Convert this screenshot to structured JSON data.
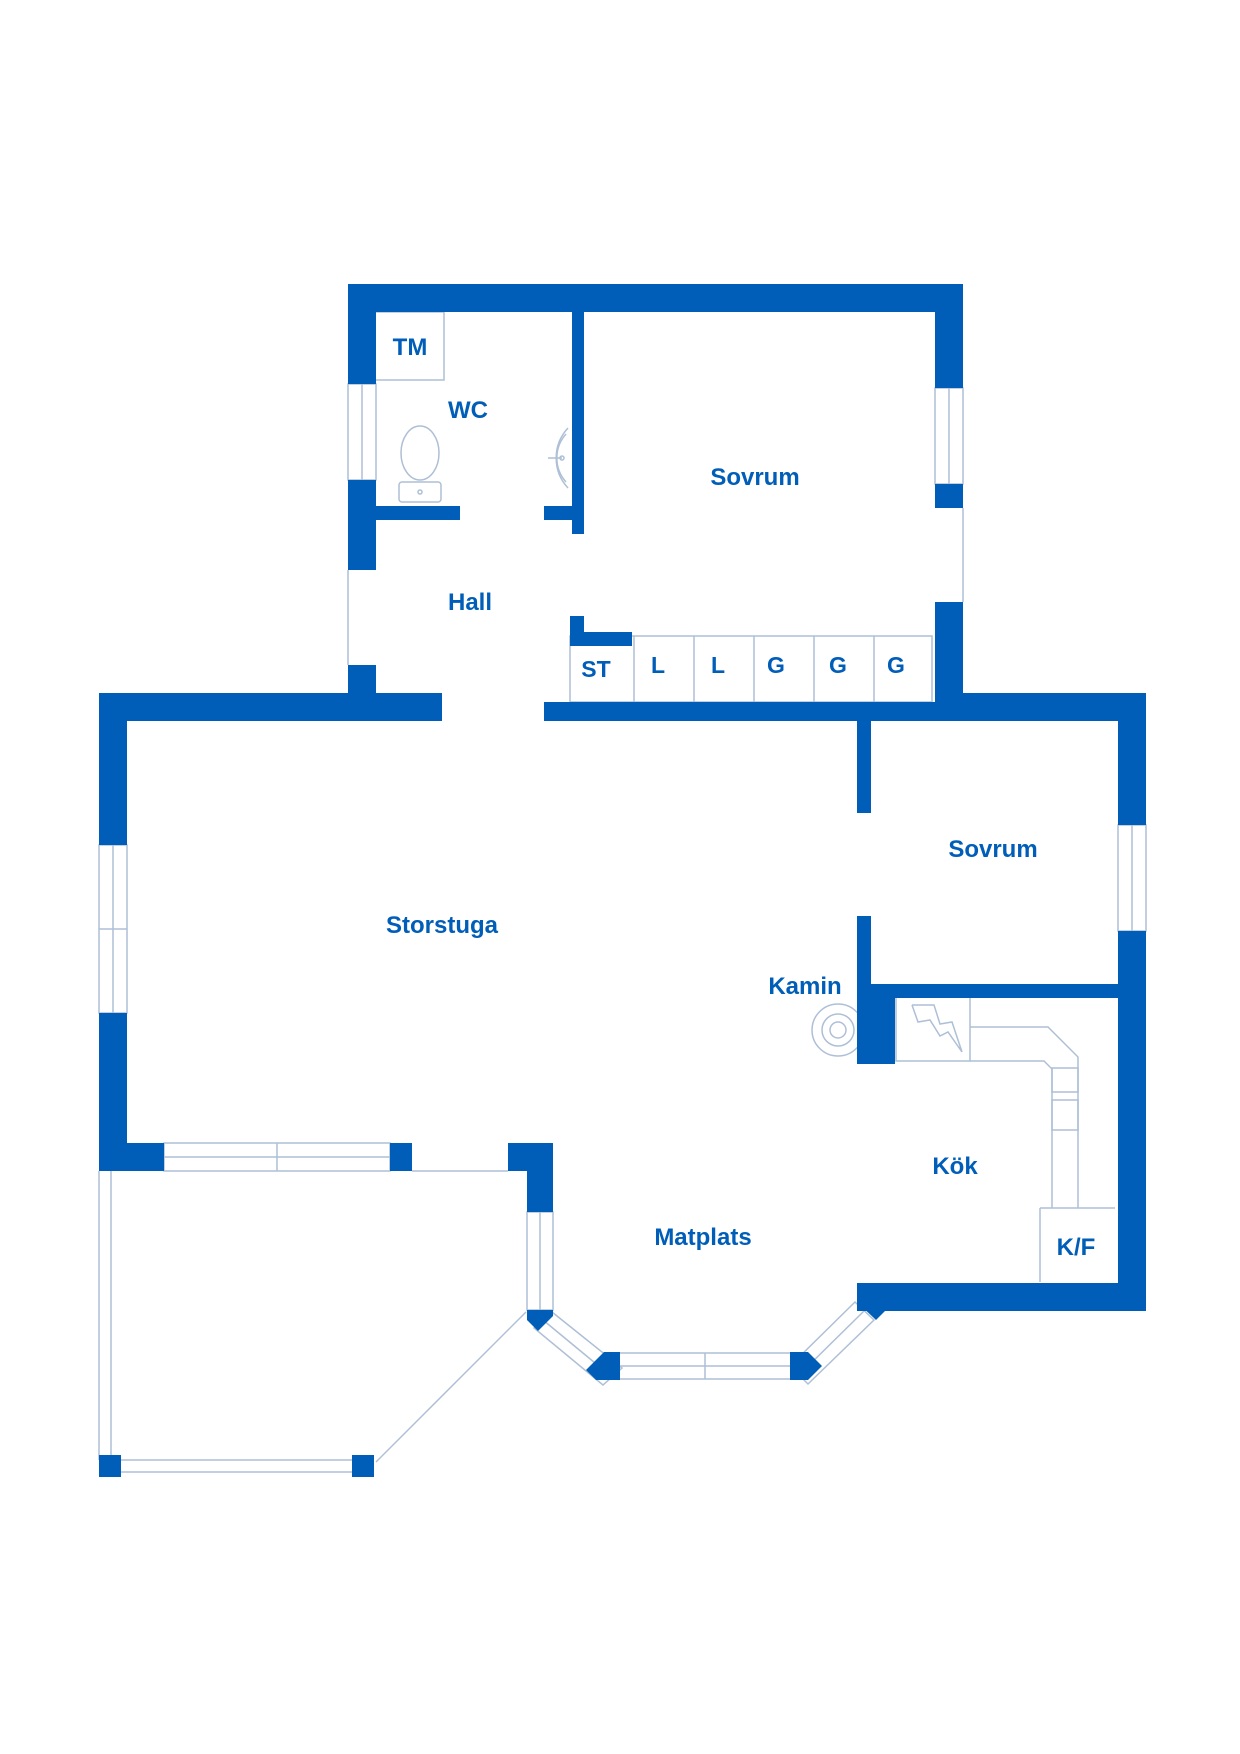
{
  "colors": {
    "wall": "#005eb8",
    "fixture_line": "#aebfd6",
    "background": "#ffffff"
  },
  "rooms": {
    "tm": "TM",
    "wc": "WC",
    "sovrum_1": "Sovrum",
    "hall": "Hall",
    "st": "ST",
    "closet_1": "L",
    "closet_2": "L",
    "closet_3": "G",
    "closet_4": "G",
    "closet_5": "G",
    "storstuga": "Storstuga",
    "sovrum_2": "Sovrum",
    "kamin": "Kamin",
    "kok": "Kök",
    "matplats": "Matplats",
    "kf": "K/F"
  }
}
